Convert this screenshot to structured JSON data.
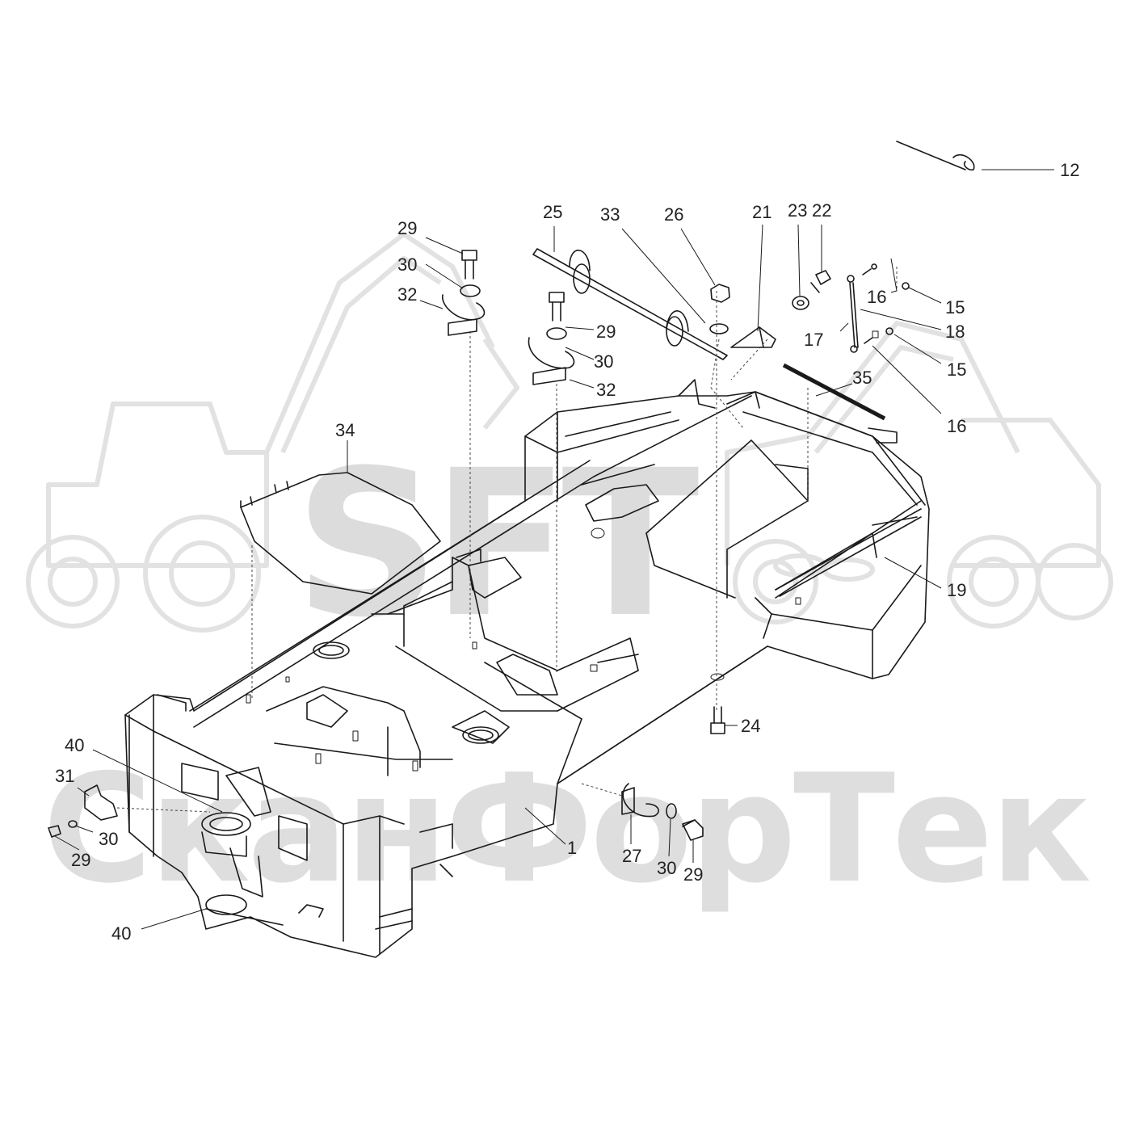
{
  "watermark": {
    "logo_text": "SFT",
    "brand_text": "СканФорТек",
    "color": "#d8d8d8"
  },
  "callouts": [
    "12",
    "25",
    "33",
    "26",
    "21",
    "23",
    "22",
    "29",
    "30",
    "32",
    "29",
    "30",
    "32",
    "16",
    "15",
    "18",
    "17",
    "15",
    "16",
    "35",
    "34",
    "19",
    "24",
    "40",
    "31",
    "30",
    "29",
    "27",
    "30",
    "29",
    "1",
    "40"
  ],
  "colors": {
    "line": "#1a1a1a",
    "text": "#222222",
    "background": "#ffffff"
  }
}
